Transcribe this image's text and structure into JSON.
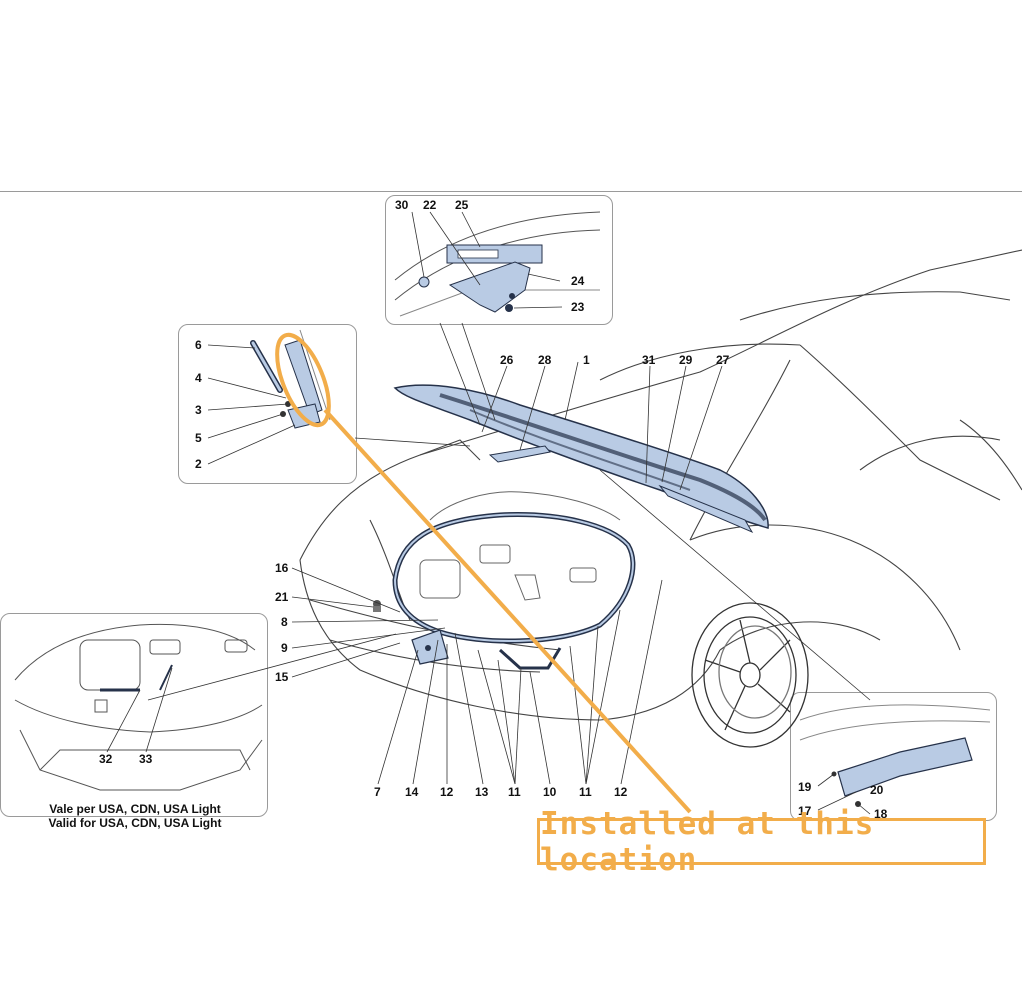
{
  "diagram": {
    "callout_text": "Installed at this location",
    "region_caption": [
      "Vale per USA, CDN, USA Light",
      "Valid for USA, CDN, USA Light"
    ],
    "labels": {
      "hood": "1",
      "p2": "2",
      "p3": "3",
      "p4": "4",
      "p5": "5",
      "p6": "6",
      "p7": "7",
      "p8": "8",
      "p9": "9",
      "p10": "10",
      "p11a": "11",
      "p11b": "11",
      "p12a": "12",
      "p12b": "12",
      "p13": "13",
      "p14": "14",
      "p15": "15",
      "p16": "16",
      "p17": "17",
      "p18": "18",
      "p19": "19",
      "p20": "20",
      "p21": "21",
      "p22": "22",
      "p23": "23",
      "p24": "24",
      "p25": "25",
      "p26": "26",
      "p27": "27",
      "p28": "28",
      "p29": "29",
      "p30": "30",
      "p31": "31",
      "p32": "32",
      "p33": "33"
    },
    "colors": {
      "part_fill": "#b9cbe4",
      "part_stroke": "#26324a",
      "highlight": "#f2ad4a",
      "line": "#3a3a3a"
    }
  }
}
